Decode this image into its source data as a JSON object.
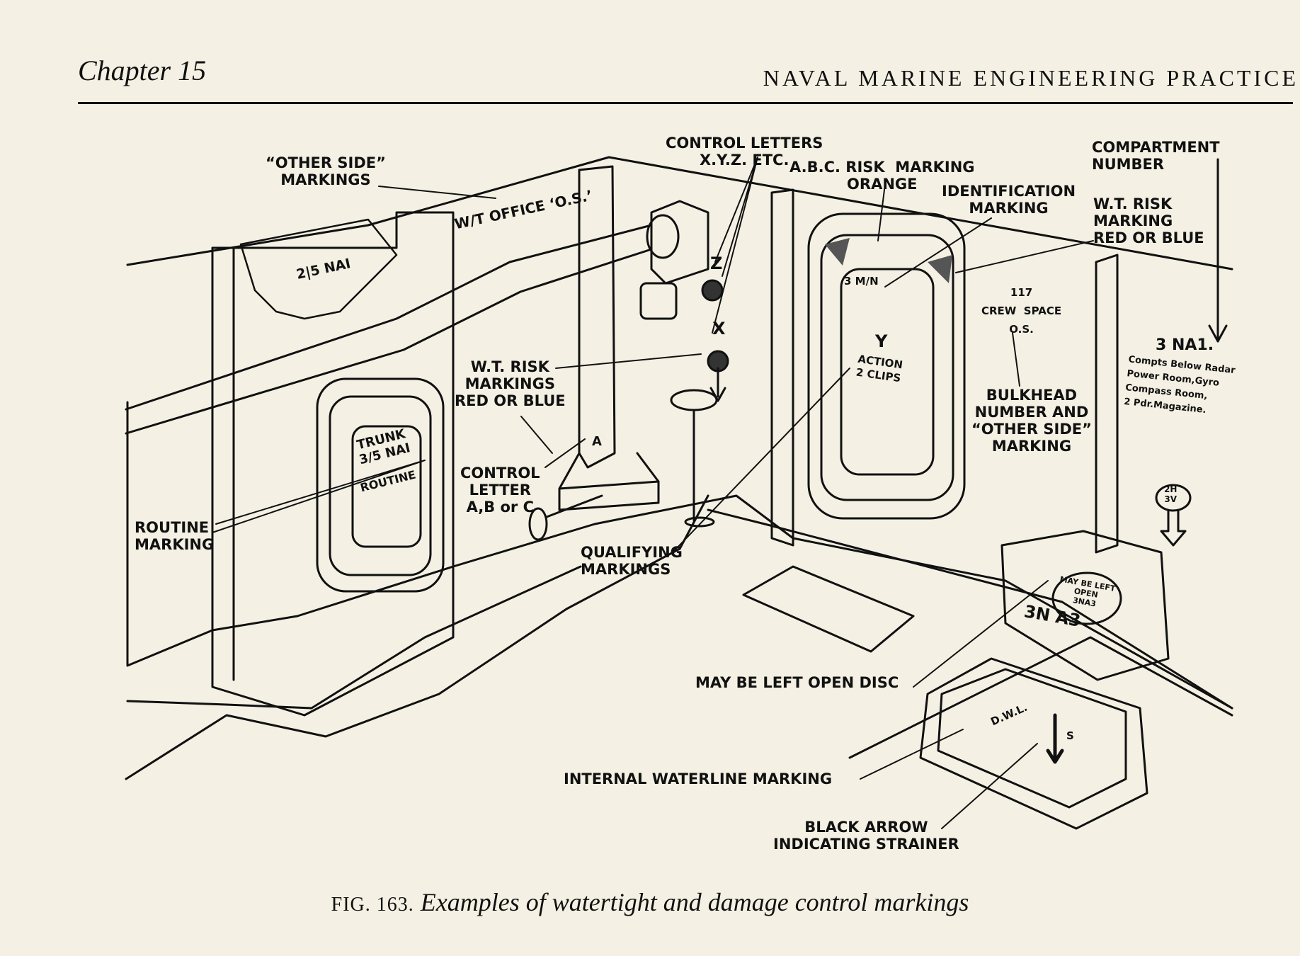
{
  "header": {
    "chapter": "Chapter 15",
    "book_title": "NAVAL MARINE ENGINEERING PRACTICE"
  },
  "figure": {
    "number": "FIG. 163.",
    "caption": "Examples of watertight and damage control markings",
    "callouts": {
      "other_side_markings": "“OTHER SIDE”\nMARKINGS",
      "control_letters": "CONTROL LETTERS\nX.Y.Z. ETC.",
      "abc_risk_marking": "A.B.C. RISK  MARKING\nORANGE",
      "identification_marking": "IDENTIFICATION\nMARKING",
      "compartment_number": "COMPARTMENT\nNUMBER",
      "wt_risk_right": "W.T. RISK\nMARKING\nRED OR BLUE",
      "wt_risk_center": "W.T. RISK\nMARKINGS\nRED OR BLUE",
      "control_letter_abc": "CONTROL\nLETTER\nA,B or C",
      "routine_marking": "ROUTINE\nMARKING",
      "qualifying_markings": "QUALIFYING\nMARKINGS",
      "bulkhead_number": "BULKHEAD\nNUMBER AND\n“OTHER SIDE”\nMARKING",
      "may_be_left_open_disc": "MAY BE LEFT OPEN DISC",
      "internal_waterline": "INTERNAL WATERLINE MARKING",
      "black_arrow": "BLACK ARROW\nINDICATING STRAINER"
    },
    "in_drawing": {
      "wt_office": "W/T OFFICE ‘O.S.’",
      "trunk_top": "2|5 NAI",
      "trunk_door": "TRUNK\n3/5 NAI",
      "routine": "ROUTINE",
      "letter_z": "Z",
      "letter_x": "X",
      "letter_y": "Y",
      "letter_a": "A",
      "door_3mn": "3 M/N",
      "action_clips": "ACTION\n2 CLIPS",
      "crew_space": "117\nCREW  SPACE\nO.S.",
      "compartment_code": "3 NA1.",
      "compartment_desc": "Compts Below Radar\nPower Room,Gyro\nCompass Room,\n2 Pdr.Magazine.",
      "arrow_badge": "2H\n3V",
      "disc_text": "MAY BE LEFT\nOPEN\n3NA3",
      "hatch_code": "3N A3",
      "dwl": "D.W.L.",
      "strainer_s": "S"
    }
  }
}
